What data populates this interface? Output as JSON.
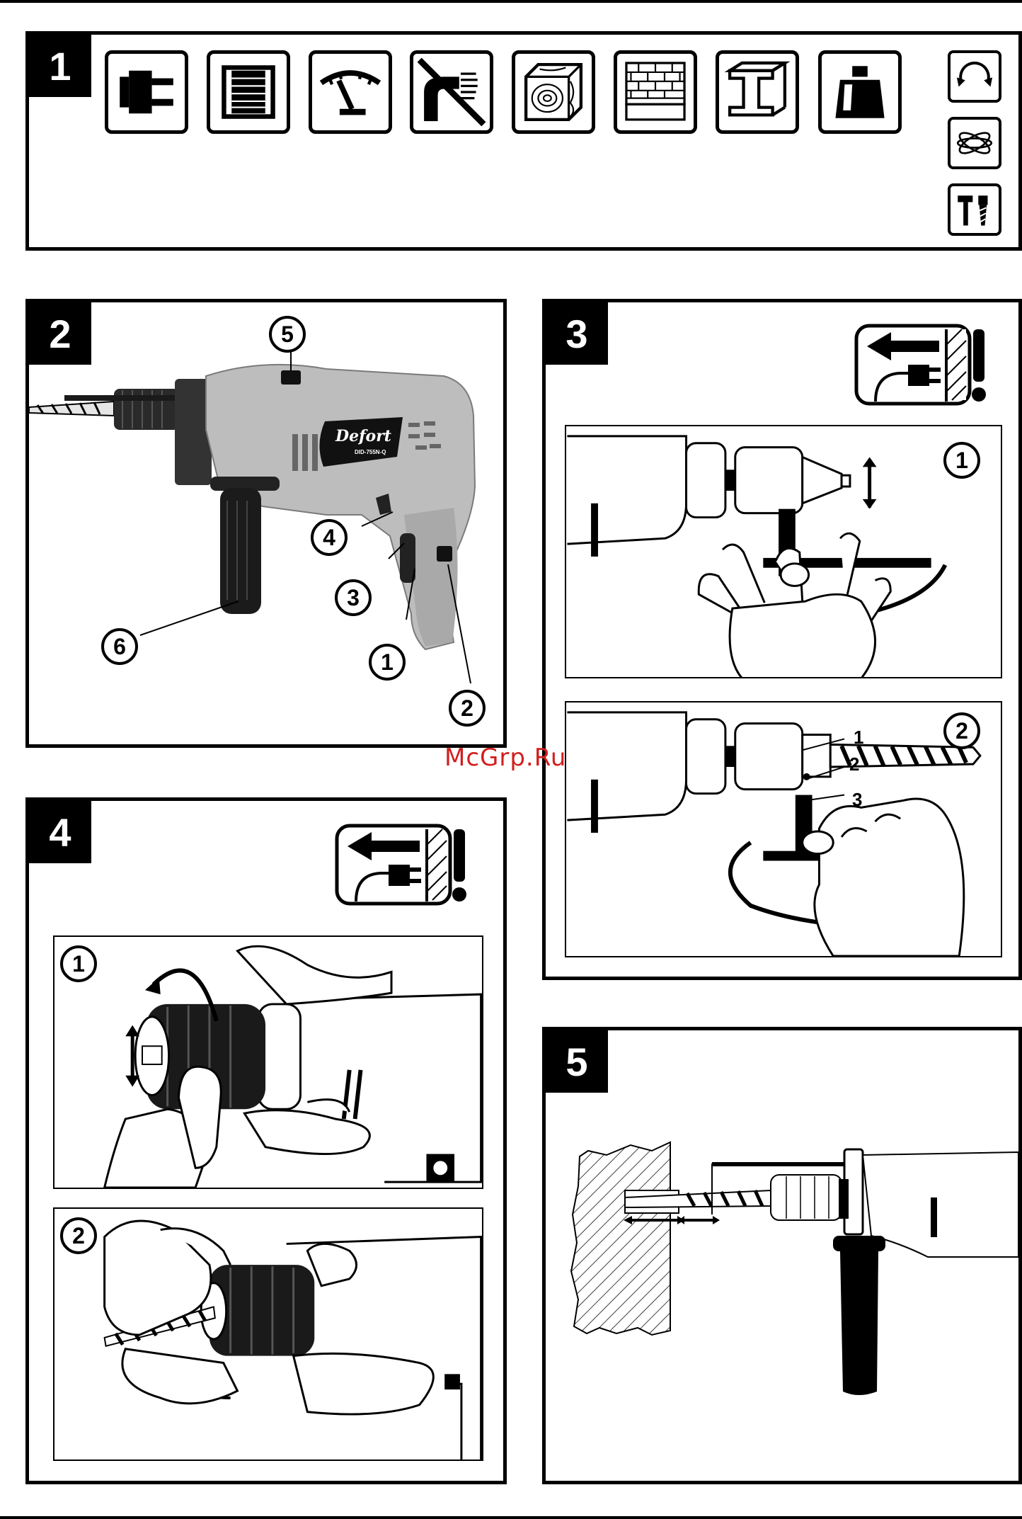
{
  "panels": {
    "p1": {
      "number": "1"
    },
    "p2": {
      "number": "2",
      "brand": "Defort",
      "model": "DID-755N-Q",
      "callouts": [
        "5",
        "4",
        "3",
        "1",
        "2",
        "6"
      ]
    },
    "p3": {
      "number": "3",
      "step1": "1",
      "step2": "2",
      "parts": [
        "1",
        "2",
        "3"
      ]
    },
    "p4": {
      "number": "4",
      "step1": "1",
      "step2": "2"
    },
    "p5": {
      "number": "5"
    }
  },
  "spec_icons": [
    "plug-icon",
    "motor-icon",
    "gauge-icon",
    "no-metal-icon",
    "wood-icon",
    "brick-icon",
    "steel-beam-icon",
    "weight-icon"
  ],
  "mode_icons": [
    "rotation-icon",
    "impact-icon",
    "hammer-drill-icon"
  ],
  "watermark": "McGrp.Ru",
  "colors": {
    "ink": "#000000",
    "paper": "#ffffff",
    "tool_gray": "#bdbdbd",
    "watermark": "#d21e1e"
  }
}
